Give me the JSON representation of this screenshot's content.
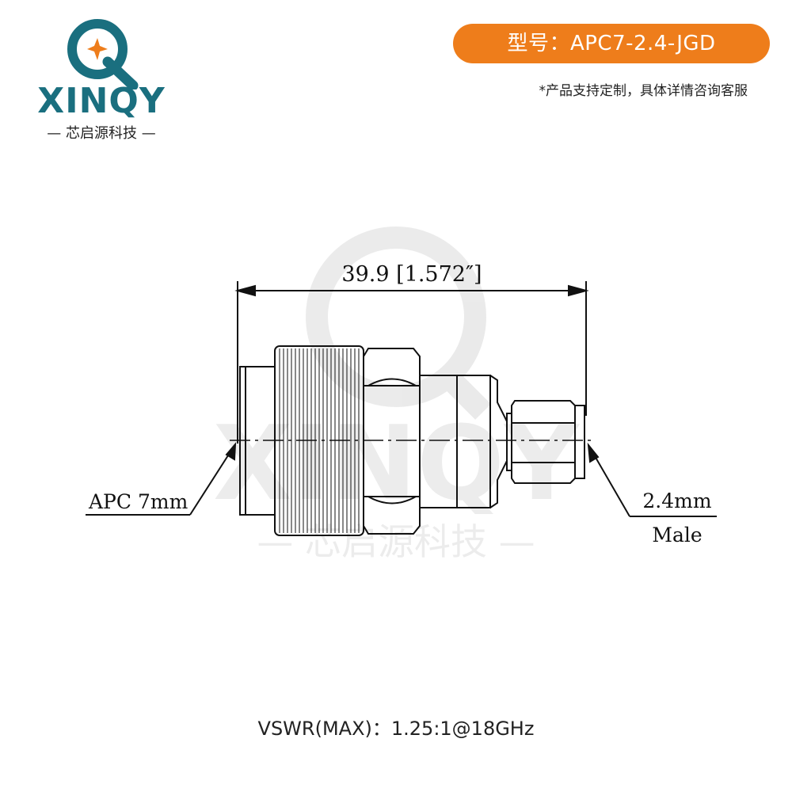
{
  "brand": {
    "wordmark": "XINQY",
    "subtitle": "— 芯启源科技 —",
    "watermark_word": "XINQY",
    "watermark_sub": "— 芯启源科技 —",
    "colors": {
      "teal": "#1a6f7f",
      "orange": "#ee7d1b"
    }
  },
  "header": {
    "model_label": "型号：APC7-2.4-JGD",
    "custom_note": "*产品支持定制，具体详情咨询客服"
  },
  "drawing": {
    "overall_length": "39.9 [1.572″]",
    "left_label": "APC 7mm",
    "right_label_line1": "2.4mm",
    "right_label_line2": "Male"
  },
  "spec": {
    "vswr": "VSWR(MAX)：1.25:1@18GHz"
  }
}
